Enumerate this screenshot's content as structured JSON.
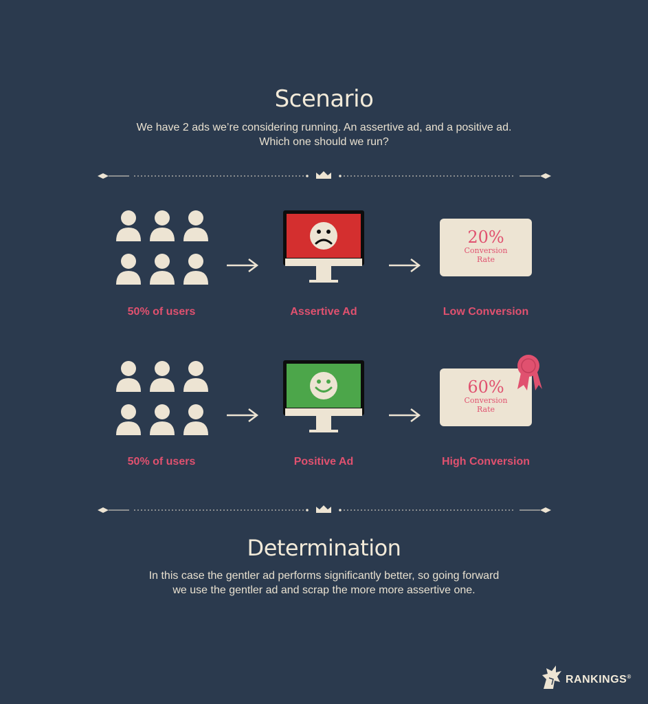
{
  "scenario": {
    "title": "Scenario",
    "line1": "We have 2 ads we’re considering running. An assertive ad, and a positive ad.",
    "line2": "Which one should we run?"
  },
  "rows": [
    {
      "users_label": "50% of users",
      "ad_label": "Assertive Ad",
      "ad_icon": "sad-face-icon",
      "screen_color": "#d42f2f",
      "result_label": "Low Conversion",
      "rate_value": "20%",
      "rate_caption_1": "Conversion",
      "rate_caption_2": "Rate",
      "award": false
    },
    {
      "users_label": "50% of users",
      "ad_label": "Positive Ad",
      "ad_icon": "happy-face-icon",
      "screen_color": "#4ca64a",
      "result_label": "High Conversion",
      "rate_value": "60%",
      "rate_caption_1": "Conversion",
      "rate_caption_2": "Rate",
      "award": true
    }
  ],
  "determination": {
    "title": "Determination",
    "line1": "In this case the gentler ad performs significantly better, so going forward",
    "line2": "we use the gentler ad and scrap the more more assertive one."
  },
  "logo": {
    "text": "RANKINGS",
    "mark": "®"
  },
  "colors": {
    "background": "#2b3a4e",
    "cream": "#ede4d3",
    "accent_pink": "#e0516f",
    "ribbon": "#e0516f"
  }
}
